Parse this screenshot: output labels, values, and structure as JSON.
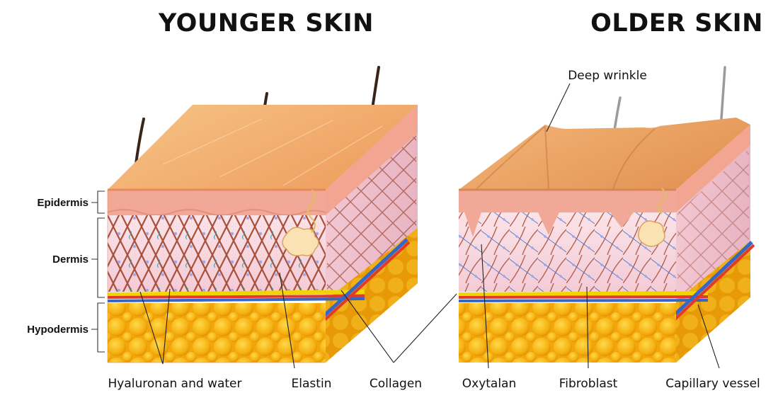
{
  "titles": {
    "younger": "YOUNGER SKIN",
    "older": "OLDER SKIN"
  },
  "layers": {
    "epidermis": "Epidermis",
    "dermis": "Dermis",
    "hypodermis": "Hypodermis"
  },
  "labels": {
    "deep_wrinkle": "Deep wrinkle",
    "hyaluronan": "Hyaluronan and water",
    "elastin": "Elastin",
    "collagen": "Collagen",
    "oxytalan": "Oxytalan",
    "fibroblast": "Fibroblast",
    "capillary": "Capillary vessel"
  },
  "colors": {
    "skin_top": "#f3b071",
    "epidermis": "#f0a898",
    "dermis": "#f7d6de",
    "fat": "#f4b014",
    "collagen_fiber": "#a8503a",
    "artery": "#e23a2a",
    "vein": "#3567c8"
  }
}
